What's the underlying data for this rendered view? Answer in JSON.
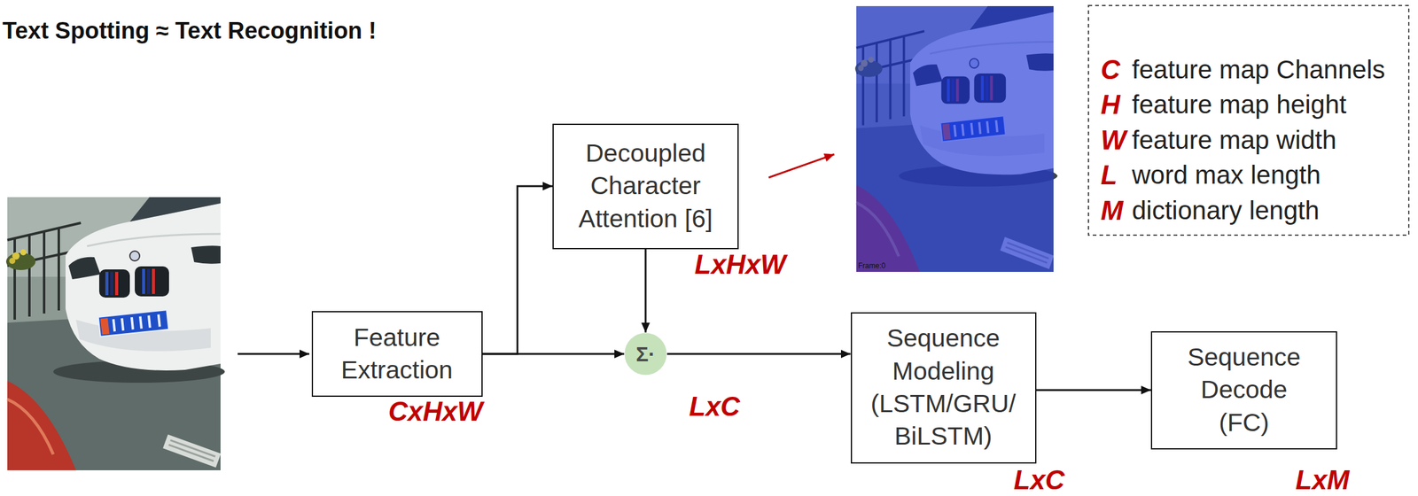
{
  "diagram": {
    "title": "Text Spotting ≈ Text Recognition !",
    "nodes": [
      {
        "text": [
          "Feature Extraction"
        ]
      },
      {
        "text": [
          "Decoupled Character Attention [6]"
        ]
      },
      {
        "text": [
          "Σ·"
        ]
      },
      {
        "text": [
          "Sequence Modeling (LSTM/GRU/ BiLSTM)"
        ]
      },
      {
        "text": [
          "Sequence Decode (FC)"
        ]
      }
    ],
    "edges": [
      {
        "from": 0,
        "to": 1,
        "arrow": "to"
      },
      {
        "from": 0,
        "to": 2,
        "arrow": "to"
      },
      {
        "from": 1,
        "to": 2,
        "arrow": "to"
      },
      {
        "from": 2,
        "to": 3,
        "arrow": "to"
      },
      {
        "from": 3,
        "to": 4,
        "arrow": "to"
      }
    ],
    "labels": [
      "CxHxW",
      "LxHxW",
      "LxC",
      "LxC",
      "LxM",
      "Frame:0",
      "C",
      "feature map Channels",
      "H",
      "feature map height",
      "W",
      "feature map width",
      "L",
      "word max length",
      "M",
      "dictionary length"
    ]
  }
}
